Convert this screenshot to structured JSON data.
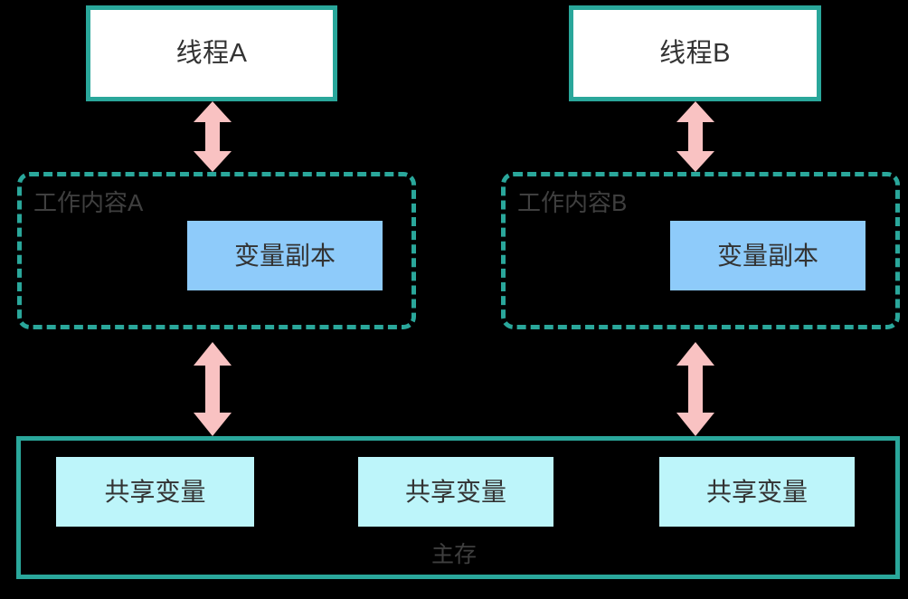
{
  "diagram": {
    "title": "Java Memory Model (JMM) thread working memory and main memory",
    "colors": {
      "background": "#000000",
      "teal_border": "#2AA79B",
      "thread_fill": "#FFFFFF",
      "variable_copy_fill": "#8ECBFA",
      "shared_variable_fill": "#BDF5FA",
      "arrow_pink": "#F9C2C2",
      "text_dark": "#333333",
      "text_gray": "#3F3F3F"
    },
    "threads": [
      {
        "id": "thread-a",
        "label": "线程A"
      },
      {
        "id": "thread-b",
        "label": "线程B"
      }
    ],
    "working_memories": [
      {
        "id": "work-a",
        "label": "工作内容A",
        "variable_copy": "变量副本"
      },
      {
        "id": "work-b",
        "label": "工作内容B",
        "variable_copy": "变量副本"
      }
    ],
    "main_memory": {
      "label": "主存",
      "shared_variables": [
        {
          "label": "共享变量"
        },
        {
          "label": "共享变量"
        },
        {
          "label": "共享变量"
        }
      ]
    },
    "arrows": [
      {
        "id": "arrow-thread-a-work-a",
        "direction": "both"
      },
      {
        "id": "arrow-thread-b-work-b",
        "direction": "both"
      },
      {
        "id": "arrow-work-a-main",
        "direction": "both"
      },
      {
        "id": "arrow-work-b-main",
        "direction": "both"
      }
    ]
  }
}
